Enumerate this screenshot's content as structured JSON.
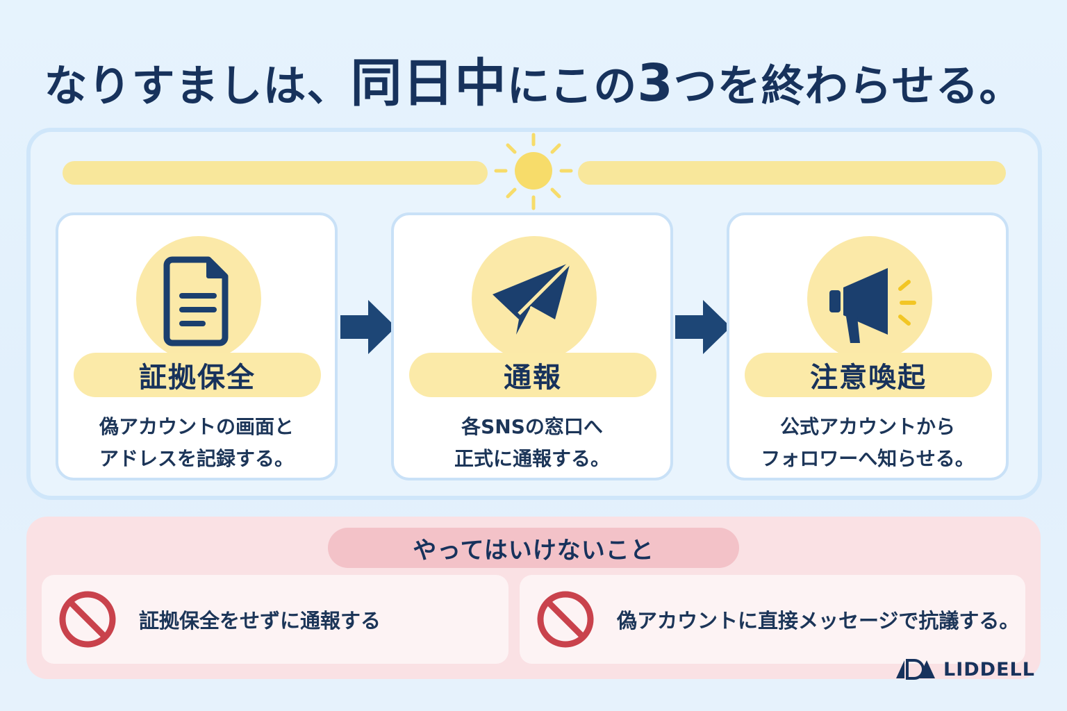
{
  "title": {
    "part1": "なりすましは、",
    "part2": "同日中",
    "part3": "にこの",
    "part4": "3",
    "part5": "つを終わらせる。"
  },
  "steps": [
    {
      "icon": "document-icon",
      "label": "証拠保全",
      "desc": [
        "偽アカウントの画面と",
        "アドレスを記録する。"
      ]
    },
    {
      "icon": "paper-plane-icon",
      "label": "通報",
      "desc": [
        "各SNSの窓口へ",
        "正式に通報する。"
      ]
    },
    {
      "icon": "megaphone-icon",
      "label": "注意喚起",
      "desc": [
        "公式アカウントから",
        "フォロワーへ知らせる。"
      ]
    }
  ],
  "dont": {
    "heading": "やってはいけないこと",
    "items": [
      {
        "icon": "prohibited-icon",
        "text": "証拠保全をせずに通報する"
      },
      {
        "icon": "prohibited-icon",
        "text": "偽アカウントに直接メッセージで抗議する。"
      }
    ]
  },
  "logo": {
    "text": "LIDDELL"
  },
  "colors": {
    "navy": "#17325c",
    "yellow": "#fbe9a8",
    "sun": "#f7dc6a",
    "pink": "#fae1e4",
    "pink_pill": "#f3c2c8",
    "ban_red": "#c9424c"
  }
}
